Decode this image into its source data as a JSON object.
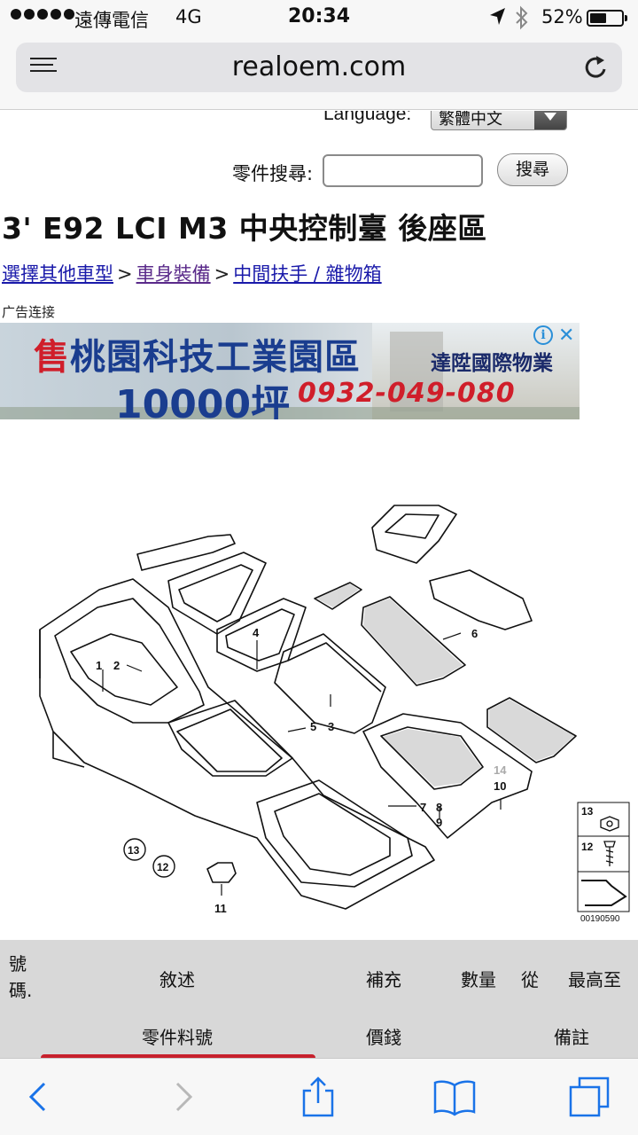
{
  "status_bar": {
    "carrier": "遠傳電信",
    "network": "4G",
    "time": "20:34",
    "battery_percent": "52%",
    "battery_level": 0.52
  },
  "browser": {
    "url": "realoem.com"
  },
  "page": {
    "language_label": "Language:",
    "language_selected": "繁體中文",
    "search_label": "零件搜尋:",
    "search_value": "",
    "search_button": "搜尋",
    "title": "3' E92 LCI M3 中央控制臺 後座區",
    "breadcrumbs": [
      {
        "label": "選擇其他車型"
      },
      {
        "label": "車身裝備"
      },
      {
        "label": "中間扶手 / 雜物箱"
      }
    ],
    "breadcrumb_separator": ">",
    "ad_label": "广告连接",
    "ad": {
      "line1_red": "售",
      "line1_rest": "桃園科技工業園區",
      "line2": "10000坪",
      "company": "達陞國際物業",
      "phone": "0932-049-080"
    },
    "diagram": {
      "part_numbers": [
        "1",
        "2",
        "3",
        "4",
        "5",
        "6",
        "7",
        "8",
        "9",
        "10",
        "11",
        "12",
        "13",
        "14"
      ],
      "legend_numbers": [
        "13",
        "12"
      ],
      "code": "00190590"
    },
    "table_headers": {
      "no": "號\n碼.",
      "description": "敘述",
      "supplement": "補充",
      "quantity": "數量",
      "from": "從",
      "highest_to": "最高至",
      "part_number": "零件料號",
      "price": "價錢",
      "notes": "備註"
    }
  }
}
